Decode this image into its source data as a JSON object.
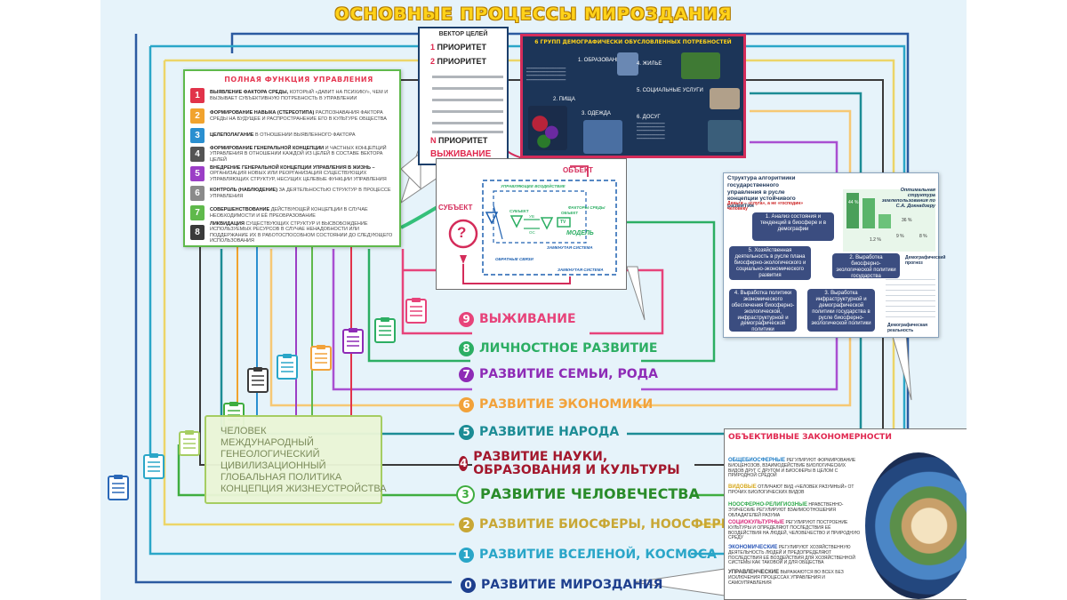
{
  "title": "ОСНОВНЫЕ ПРОЦЕССЫ МИРОЗДАНИЯ",
  "levels": [
    {
      "num": "9",
      "label": "ВЫЖИВАНИЕ",
      "color": "#e7437a"
    },
    {
      "num": "8",
      "label": "ЛИЧНОСТНОЕ РАЗВИТИЕ",
      "color": "#2cae63"
    },
    {
      "num": "7",
      "label": "РАЗВИТИЕ СЕМЬИ, РОДА",
      "color": "#8e2bb6"
    },
    {
      "num": "6",
      "label": "РАЗВИТИЕ ЭКОНОМИКИ",
      "color": "#f2a23a"
    },
    {
      "num": "5",
      "label": "РАЗВИТИЕ НАРОДА",
      "color": "#1c8c95"
    },
    {
      "num": "4",
      "label": "РАЗВИТИЕ НАУКИ, ОБРАЗОВАНИЯ И КУЛЬТУРЫ",
      "color": "#a3182d"
    },
    {
      "num": "3",
      "label": "РАЗВИТИЕ ЧЕЛОВЕЧЕСТВА",
      "color": "#3fad3f"
    },
    {
      "num": "2",
      "label": "РАЗВИТИЕ БИОСФЕРЫ, НООСФЕРЫ",
      "color": "#c8a735"
    },
    {
      "num": "1",
      "label": "РАЗВИТИЕ ВСЕЛЕНОЙ, КОСМОСА",
      "color": "#2aa6c8"
    },
    {
      "num": "0",
      "label": "РАЗВИТИЕ МИРОЗДАНИЯ",
      "color": "#1e3f8e"
    }
  ],
  "management": {
    "header": "ПОЛНАЯ ФУНКЦИЯ УПРАВЛЕНИЯ",
    "items": [
      {
        "num": "1",
        "color": "#e1334a",
        "bold": "ВЫЯВЛЕНИЕ ФАКТОРА СРЕДЫ,",
        "text": "КОТОРЫЙ «ДАВИТ НА ПСИХИКУ», ЧЕМ И ВЫЗЫВАЕТ СУБЪЕКТИВНУЮ ПОТРЕБНОСТЬ В УПРАВЛЕНИИ"
      },
      {
        "num": "2",
        "color": "#f1a32e",
        "bold": "ФОРМИРОВАНИЕ НАВЫКА (СТЕРЕОТИПА)",
        "text": "РАСПОЗНАВАНИЯ ФАКТОРА СРЕДЫ НА БУДУЩЕЕ И РАСПРОСТРАНЕНИЕ ЕГО В КУЛЬТУРЕ ОБЩЕСТВА"
      },
      {
        "num": "3",
        "color": "#2a8fd0",
        "bold": "ЦЕЛЕПОЛАГАНИЕ",
        "text": "В ОТНОШЕНИИ ВЫЯВЛЕННОГО ФАКТОРА"
      },
      {
        "num": "4",
        "color": "#545454",
        "bold": "ФОРМИРОВАНИЕ ГЕНЕРАЛЬНОЙ КОНЦЕПЦИИ",
        "text": "И ЧАСТНЫХ КОНЦЕПЦИЙ УПРАВЛЕНИЯ В ОТНОШЕНИИ КАЖДОЙ ИЗ ЦЕЛЕЙ В СОСТАВЕ ВЕКТОРА ЦЕЛЕЙ"
      },
      {
        "num": "5",
        "color": "#9b3ec6",
        "bold": "ВНЕДРЕНИЕ ГЕНЕРАЛЬНОЙ КОНЦЕПЦИИ УПРАВЛЕНИЯ В ЖИЗНЬ –",
        "text": "ОРГАНИЗАЦИЯ НОВЫХ ИЛИ РЕОРГАНИЗАЦИЯ СУЩЕСТВУЮЩИХ УПРАВЛЯЮЩИХ СТРУКТУР, НЕСУЩИХ ЦЕЛЕВЫЕ ФУНКЦИИ УПРАВЛЕНИЯ"
      },
      {
        "num": "6",
        "color": "#8a8a8a",
        "bold": "КОНТРОЛЬ (НАБЛЮДЕНИЕ)",
        "text": "ЗА ДЕЯТЕЛЬНОСТЬЮ СТРУКТУР В ПРОЦЕССЕ УПРАВЛЕНИЯ"
      },
      {
        "num": "7",
        "color": "#5fb94b",
        "bold": "СОВЕРШЕНСТВОВАНИЕ",
        "text": "ДЕЙСТВУЮЩЕЙ КОНЦЕПЦИИ В СЛУЧАЕ НЕОБХОДИМОСТИ И ЕЁ ПРЕОБРАЗОВАНИЕ"
      },
      {
        "num": "8",
        "color": "#3a3a3a",
        "bold": "ЛИКВИДАЦИЯ",
        "text": "СУЩЕСТВУЮЩИХ СТРУКТУР И ВЫСВОБОЖДЕНИЕ ИСПОЛЬЗУЕМЫХ РЕСУРСОВ В СЛУЧАЕ НЕНАДОБНОСТИ ИЛИ ПОДДЕРЖАНИЕ ИХ В РАБОТОСПОСОБНОМ СОСТОЯНИИ ДО СЛЕДУЮЩЕГО ИСПОЛЬЗОВАНИЯ"
      }
    ]
  },
  "priorities": {
    "title": "ВЕКТОР ЦЕЛЕЙ",
    "p1_num": "1",
    "p1_label": "ПРИОРИТЕТ",
    "p2_num": "2",
    "p2_label": "ПРИОРИТЕТ",
    "pn_num": "N",
    "pn_label": "ПРИОРИТЕТ",
    "survival": "ВЫЖИВАНИЕ"
  },
  "needs": {
    "header": "6 ГРУПП ДЕМОГРАФИЧЕСКИ ОБУСЛОВЛЕННЫХ ПОТРЕБНОСТЕЙ",
    "g1": "1. ОБРАЗОВАНИЕ",
    "g2": "2. ПИЩА",
    "g3": "3. ОДЕЖДА",
    "g4": "4. ЖИЛЬЕ",
    "g5": "5. СОЦИАЛЬНЫЕ УСЛУГИ",
    "g6": "6. ДОСУГ"
  },
  "central": {
    "object_label": "ОБЪЕКТ",
    "subject_label": "СУБЪЕКТ",
    "control_label": "УПРАВЛЯЮЩЕЕ ВОЗДЕЙСТВИЕ",
    "env_label": "ФАКТОРЫ СРЕДЫ",
    "inner_subject": "СУБЪЕКТ",
    "inner_object": "ОБЪЕКТ",
    "yv": "УВ",
    "oc": "ОС",
    "tv": "TV",
    "model": "МОДЕЛЬ",
    "closed_system": "ЗАМКНУТАЯ СИСТЕМА",
    "feedback": "ОБРАТНЫЕ СВЯЗИ",
    "closed_system_2": "ЗАМКНУТАЯ СИСТЕМА",
    "question": "?"
  },
  "algo": {
    "header": "Структура алгоритмики государственного управления в русле концепции устойчивого развития",
    "money_label": "Деньги – «слуга», а не «господин» человеку",
    "b1": "1. Анализ состояния и тенденций в биосфере и в демографии",
    "b2": "2. Выработка биосферно-экологической политики государства",
    "b3": "3. Выработка инфраструктурной и демографической политики государства в русле биосферно-экологической политики",
    "b4": "4. Выработка политики экономического обеспечения биосферно-экологической, инфраструктурной и демографической политики",
    "b5": "5. Хозяйственная деятельность в русле плана биосферно-экологического и социально-экономического развития",
    "optimal": "Оптимальная структура землепользования по С.А. Докнадзеру",
    "demo_prognosis": "Демографический прогноз",
    "demo_reality": "Демографическая реальность",
    "pie_vals": [
      "44 %",
      "9 %",
      "1.2 %",
      "8 %",
      "36 %"
    ]
  },
  "spheres": [
    "ЧЕЛОВЕК",
    "МЕЖДУНАРОДНЫЙ",
    "ГЕНЕОЛОГИЧЕСКИЙ",
    "ЦИВИЛИЗАЦИОННЫЙ",
    "ГЛОБАЛЬНАЯ ПОЛИТИКА",
    "КОНЦЕПЦИЯ ЖИЗНЕУСТРОЙСТВА"
  ],
  "objective": {
    "header": "ОБЪЕКТИВНЫЕ ЗАКОНОМЕРНОСТИ",
    "rows": [
      {
        "tag": "ОБЩЕБИОСФЕРНЫЕ",
        "color": "#1b7bc4",
        "text": "РЕГУЛИРУЮТ ФОРМИРОВАНИЕ БИОЦЕНОЗОВ, ВЗАИМОДЕЙСТВИЕ БИОЛОГИЧЕСКИХ ВИДОВ ДРУГ С ДРУГОМ И БИОСФЕРЫ В ЦЕЛОМ С ПРИРОДНОЙ СРЕДОЙ"
      },
      {
        "tag": "ВИДОВЫЕ",
        "color": "#d7a91e",
        "text": "ОТЛИЧАЮТ ВИД «ЧЕЛОВЕК РАЗУМНЫЙ» ОТ ПРОЧИХ БИОЛОГИЧЕСКИХ ВИДОВ"
      },
      {
        "tag": "НООСФЕРНО-РЕЛИГИОЗНЫЕ",
        "color": "#2ea84a",
        "text": "НРАВСТВЕННО-ЭТИЧЕСКИЕ РЕГУЛИРУЮТ ВЗАИМООТНОШЕНИЯ ОБЛАДАТЕЛЕЙ РАЗУМА"
      },
      {
        "tag": "СОЦИОКУЛЬТУРНЫЕ",
        "color": "#d8287a",
        "text": "РЕГУЛИРУЮТ ПОСТРОЕНИЕ КУЛЬТУРЫ И ОПРЕДЕЛЯЮТ ПОСЛЕДСТВИЯ ЕЁ ВОЗДЕЙСТВИЯ НА ЛЮДЕЙ, ЧЕЛОВЕЧЕСТВО И ПРИРОДНУЮ СРЕДУ"
      },
      {
        "tag": "ЭКОНОМИЧЕСКИЕ",
        "color": "#2a56b8",
        "text": "РЕГУЛИРУЮТ ХОЗЯЙСТВЕННУЮ ДЕЯТЕЛЬНОСТЬ ЛЮДЕЙ И ПРЕДОПРЕДЕЛЯЮТ ПОСЛЕДСТВИЯ ЕЁ ВОЗДЕЙСТВИЯ ДЛЯ ХОЗЯЙСТВЕННОЙ СИСТЕМЫ КАК ТАКОВОЙ И ДЛЯ ОБЩЕСТВА"
      },
      {
        "tag": "УПРАВЛЕНЧЕСКИЕ",
        "color": "#444444",
        "text": "ВЫРАЖАЮТСЯ ВО ВСЕХ БЕЗ ИСКЛЮЧЕНИЯ ПРОЦЕССАХ УПРАВЛЕНИЯ И САМОУПРАВЛЕНИЯ"
      }
    ]
  },
  "colors": {
    "background": "#e6f3fa",
    "title": "#ffd21a",
    "accent": "#e0264c"
  }
}
